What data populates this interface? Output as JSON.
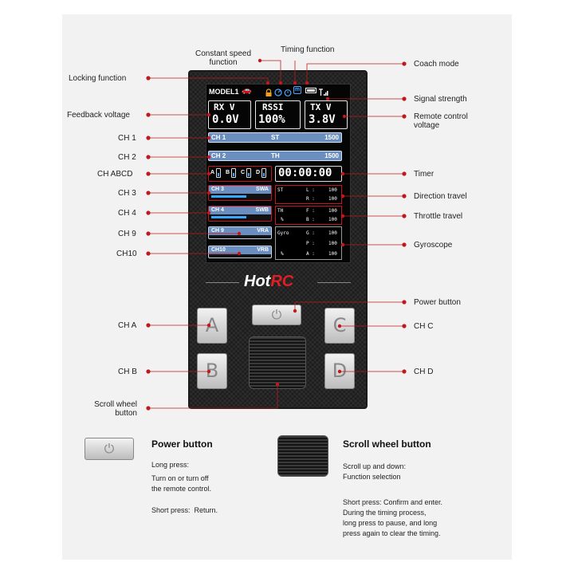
{
  "labels": {
    "constant_speed": "Constant speed\nfunction",
    "timing": "Timing function",
    "locking": "Locking function",
    "coach": "Coach mode",
    "signal": "Signal strength",
    "feedback": "Feedback voltage",
    "remote_voltage": "Remote control\nvoltage",
    "ch1": "CH 1",
    "ch2": "CH 2",
    "chabcd": "CH ABCD",
    "ch3": "CH 3",
    "ch4": "CH 4",
    "ch9": "CH 9",
    "ch10": "CH10",
    "timer": "Timer",
    "direction": "Direction travel",
    "throttle": "Throttle travel",
    "gyro": "Gyroscope",
    "power": "Power button",
    "cha": "CH A",
    "chb": "CH B",
    "chc": "CH C",
    "chd": "CH D",
    "scroll": "Scroll wheel\nbutton"
  },
  "screen": {
    "model": "MODEL1",
    "rx_title": "RX V",
    "rx_value": "0.0V",
    "rssi_title": "RSSI",
    "rssi_value": "100%",
    "tx_title": "TX V",
    "tx_value": "3.8V",
    "ch1_name": "CH  1",
    "ch1_func": "ST",
    "ch1_val": "1500",
    "ch2_name": "CH  2",
    "ch2_func": "TH",
    "ch2_val": "1500",
    "abcd": [
      "A",
      "B",
      "C",
      "D"
    ],
    "timer": "00:00:00",
    "ch3_name": "CH  3",
    "ch3_sw": "SWA",
    "ch3_fill": 0.6,
    "ch4_name": "CH  4",
    "ch4_sw": "SWB",
    "ch4_fill": 0.6,
    "ch9_name": "CH  9",
    "ch9_sw": "VRA",
    "ch10_name": "CH10",
    "ch10_sw": "VRB",
    "st": {
      "name": "ST",
      "l": "L :",
      "l_val": "100",
      "r": "R :",
      "r_val": "100"
    },
    "th": {
      "name": "TH",
      "f": "F :",
      "f_val": "100",
      "pct": "%",
      "b": "B :",
      "b_val": "100"
    },
    "gyro": {
      "name": "Gyro",
      "g": "G :",
      "g_val": "100",
      "p": "P :",
      "p_val": "100",
      "pct": "%",
      "a": "A :",
      "a_val": "100"
    }
  },
  "logo": {
    "prefix": "Hot",
    "suffix": "RC"
  },
  "buttons": {
    "a": "A",
    "b": "B",
    "c": "C",
    "d": "D"
  },
  "power_section": {
    "title": "Power button",
    "long_press": "Long press:",
    "long_desc": "Turn on or turn off\nthe remote control.",
    "short_press": "Short press:  Return."
  },
  "scroll_section": {
    "title": "Scroll wheel button",
    "line1": "Scroll up and down:\nFunction selection",
    "line2": "Short press: Confirm and enter.\nDuring the timing process,\nlong press to pause, and long\npress again to clear the timing."
  },
  "colors": {
    "accent": "#c0191d",
    "bar": "#6b8ec0"
  }
}
